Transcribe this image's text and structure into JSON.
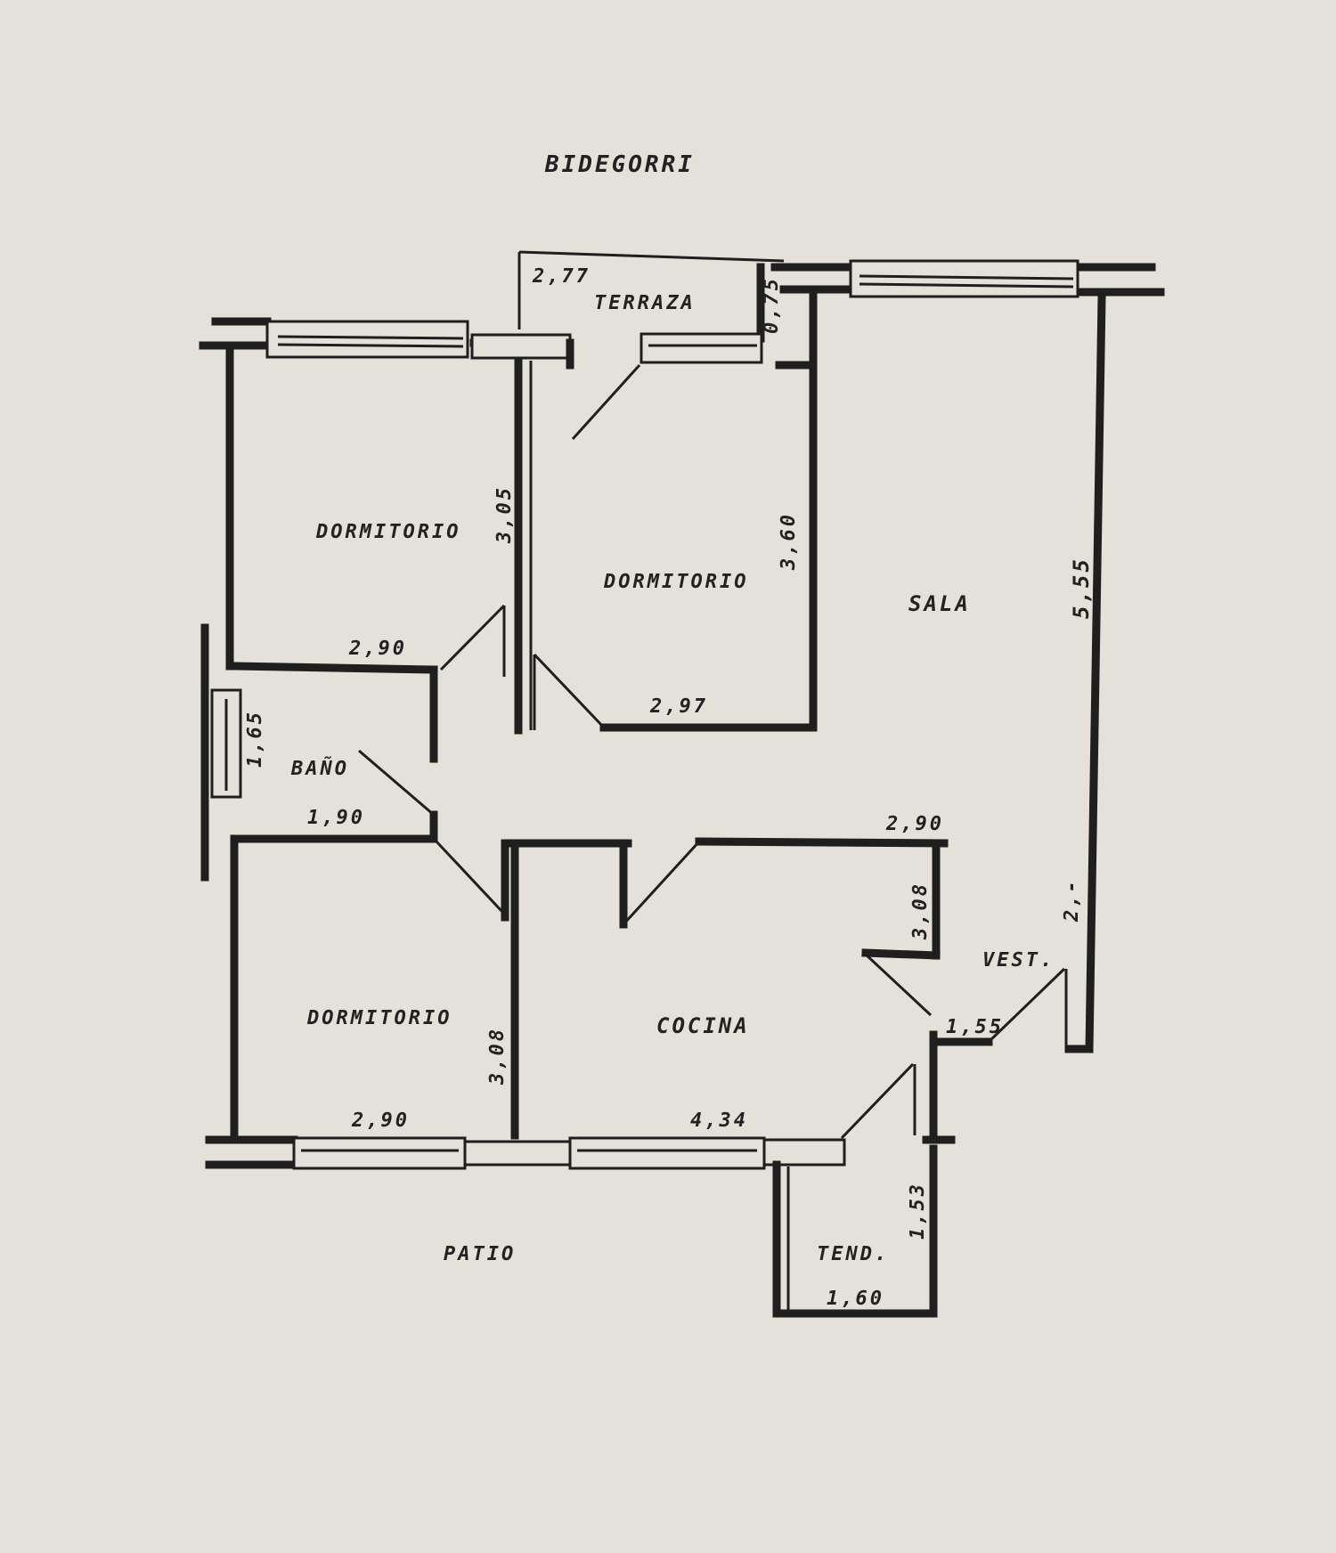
{
  "plan": {
    "street": "BIDEGORRI",
    "patio": "PATIO",
    "rooms": {
      "terraza": "TERRAZA",
      "dormitorio_1": "DORMITORIO",
      "dormitorio_2": "DORMITORIO",
      "dormitorio_3": "DORMITORIO",
      "sala": "SALA",
      "bano": "BAÑO",
      "cocina": "COCINA",
      "vestibulo": "VEST.",
      "tendedero": "TEND."
    },
    "dimensions": {
      "terraza_width": "2,77",
      "terraza_depth": "0,75",
      "dorm1_height": "3,05",
      "dorm1_width": "2,90",
      "dorm2_height": "3,60",
      "dorm2_width": "2,97",
      "sala_height": "5,55",
      "bano_height": "1,65",
      "bano_width": "1,90",
      "cocina_top_width": "2,90",
      "cocina_right_height": "3,08",
      "vest_height": "2,-",
      "vest_width": "1,55",
      "dorm3_height": "3,08",
      "dorm3_width": "2,90",
      "cocina_width": "4,34",
      "tend_height": "1,53",
      "tend_width": "1,60"
    }
  }
}
